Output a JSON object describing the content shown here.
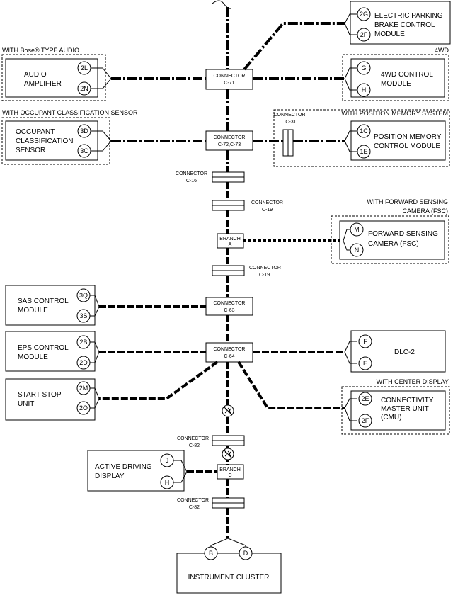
{
  "modules": {
    "epb": {
      "label": [
        "ELECTRIC PARKING",
        "BRAKE CONTROL",
        "MODULE"
      ],
      "pins": [
        "2G",
        "2F"
      ]
    },
    "audio": {
      "group": "WITH Bose® TYPE AUDIO",
      "label": [
        "AUDIO",
        "AMPLIFIER"
      ],
      "pins": [
        "2L",
        "2N"
      ]
    },
    "fourwd": {
      "group": "4WD",
      "label": [
        "4WD CONTROL",
        "MODULE"
      ],
      "pins": [
        "G",
        "H"
      ]
    },
    "ocs": {
      "group": "WITH OCCUPANT CLASSIFICATION SENSOR",
      "label": [
        "OCCUPANT",
        "CLASSIFICATION",
        "SENSOR"
      ],
      "pins": [
        "3D",
        "3C"
      ]
    },
    "pm": {
      "group": "WITH POSITION MEMORY SYSTEM",
      "label": [
        "POSITION MEMORY",
        "CONTROL MODULE"
      ],
      "pins": [
        "1C",
        "1E"
      ]
    },
    "fsc": {
      "group": [
        "WITH FORWARD SENSING",
        "CAMERA (FSC)"
      ],
      "label": [
        "FORWARD SENSING",
        "CAMERA (FSC)"
      ],
      "pins": [
        "M",
        "N"
      ]
    },
    "sas": {
      "label": [
        "SAS CONTROL",
        "MODULE"
      ],
      "pins": [
        "3Q",
        "3S"
      ]
    },
    "eps": {
      "label": [
        "EPS CONTROL",
        "MODULE"
      ],
      "pins": [
        "2B",
        "2D"
      ]
    },
    "dlc": {
      "label": [
        "DLC-2"
      ],
      "pins": [
        "F",
        "E"
      ]
    },
    "ssu": {
      "label": [
        "START STOP",
        "UNIT"
      ],
      "pins": [
        "2M",
        "2O"
      ]
    },
    "cmu": {
      "group": "WITH CENTER DISPLAY",
      "label": [
        "CONNECTIVITY",
        "MASTER UNIT",
        "(CMU)"
      ],
      "pins": [
        "2E",
        "2F"
      ]
    },
    "add": {
      "label": [
        "ACTIVE DRIVING",
        "DISPLAY"
      ],
      "pins": [
        "J",
        "H"
      ]
    },
    "ic": {
      "label": [
        "INSTRUMENT CLUSTER"
      ],
      "pins": [
        "B",
        "D"
      ]
    }
  },
  "connectors": {
    "c71": [
      "CONNECTOR",
      "C-71"
    ],
    "c72": [
      "CONNECTOR",
      "C-72,C-73"
    ],
    "c31": [
      "CONNECTOR",
      "C-31"
    ],
    "c16": [
      "CONNECTOR",
      "C-16"
    ],
    "c19a": [
      "CONNECTOR",
      "C-19"
    ],
    "c19b": [
      "CONNECTOR",
      "C-19"
    ],
    "c63": [
      "CONNECTOR",
      "C-63"
    ],
    "c64": [
      "CONNECTOR",
      "C-64"
    ],
    "c82a": [
      "CONNECTOR",
      "C-82"
    ],
    "c82b": [
      "CONNECTOR",
      "C-82"
    ]
  },
  "branches": {
    "a": [
      "BRANCH",
      "A"
    ],
    "c": [
      "BRANCH",
      "C"
    ]
  }
}
